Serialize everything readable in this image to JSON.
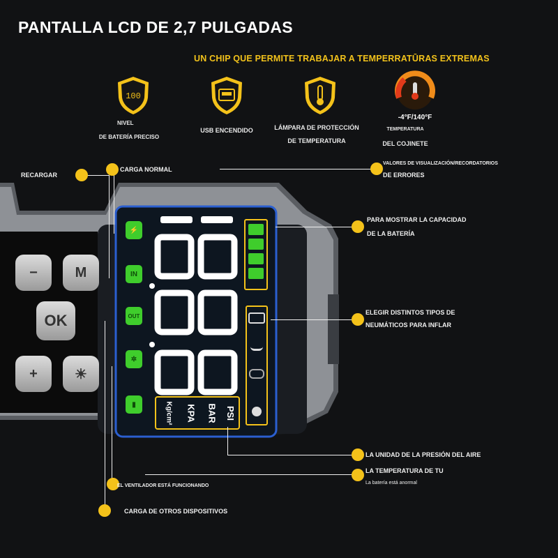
{
  "header": {
    "title": "PANTALLA LCD DE 2,7 PULGADAS",
    "subtitle": "UN CHIP QUE PERMITE TRABAJAR A TEMPERRATŪRAS EXTREMAS"
  },
  "features": [
    {
      "icon": "battery-100-shield-icon",
      "display_text": "100",
      "label_lines": [
        "NIVEL",
        "DE BATERÍA PRECISO"
      ]
    },
    {
      "icon": "usb-shield-icon",
      "label_lines": [
        "USB ENCENDIDO"
      ]
    },
    {
      "icon": "thermometer-shield-icon",
      "label_lines": [
        "LÁMPARA DE PROTECCIÓN",
        "DE TEMPERATURA"
      ]
    },
    {
      "icon": "temperature-gauge-icon",
      "gauge_text": "-4°F/140°F",
      "label_lines": [
        "TEMPERATURA",
        "DEL COJINETE"
      ]
    }
  ],
  "left_labels": {
    "recargar": "RECARGAR",
    "carga_normal": "CARGA NORMAL",
    "ventilador": "EL VENTILADOR ESTÁ FUNCIONANDO",
    "otros": "CARGA DE OTROS DISPOSITIVOS"
  },
  "right_labels": {
    "valores_1": "VALORES DE VISUALIZACIÓN/RECORDATORIOS",
    "valores_2": "DE ERRORES",
    "capacidad_1": "PARA MOSTRAR LA CAPACIDAD",
    "capacidad_2": "DE LA BATERÍA",
    "neumaticos_1": "ELEGIR DISTINTOS TIPOS DE",
    "neumaticos_2": "NEUMÁTICOS PARA INFLAR",
    "unidad": "LA UNIDAD DE LA PRESIÓN DEL AIRE",
    "temp_1": "LA TEMPERATURA DE TU",
    "temp_2": "La batería está anormal"
  },
  "device": {
    "buttons": {
      "minus": "−",
      "mode": "M",
      "ok": "OK",
      "plus": "+",
      "light": "☀"
    },
    "indicators": {
      "charge": "⚡",
      "in": "IN",
      "out": "OUT",
      "fan": "✲",
      "battery": "▮"
    },
    "units": [
      "PSI",
      "BAR",
      "KPA",
      "Kg/cm²"
    ],
    "battery_level_bars": 4
  },
  "colors": {
    "accent": "#f4c21a",
    "led_green": "#3fcd2c",
    "background": "#111214"
  }
}
